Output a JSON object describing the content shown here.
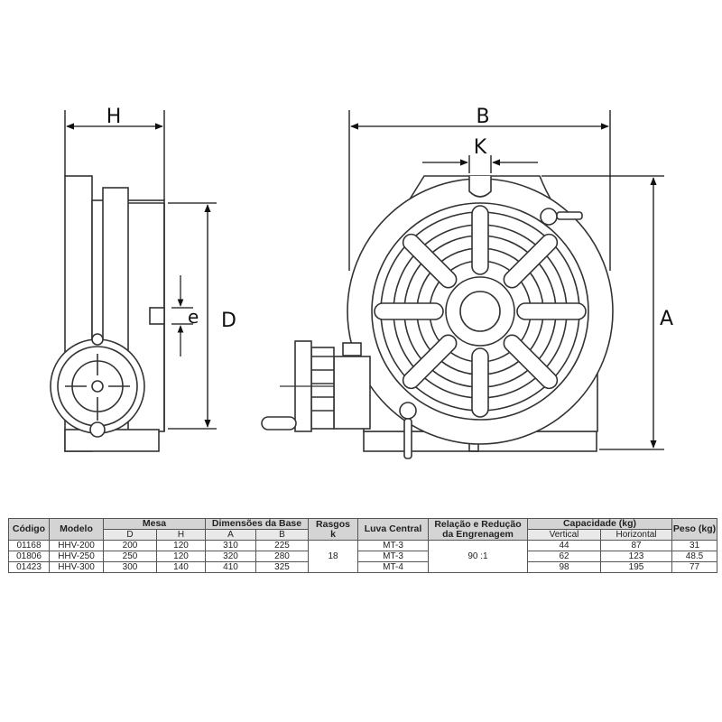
{
  "labels": {
    "H": "H",
    "B": "B",
    "K": "K",
    "A": "A",
    "D": "D",
    "e": "e"
  },
  "table": {
    "headers": {
      "codigo": "Código",
      "modelo": "Modelo",
      "mesa": "Mesa",
      "dimensoes": "Dimensões da Base",
      "rasgos_1": "Rasgos",
      "rasgos_2": "k",
      "luva": "Luva Central",
      "relacao_1": "Relação e Redução",
      "relacao_2": "da Engrenagem",
      "capacidade": "Capacidade (kg)",
      "peso": "Peso (kg)"
    },
    "subheaders": {
      "d": "D",
      "h": "H",
      "a": "A",
      "b": "B",
      "vertical": "Vertical",
      "horizontal": "Horizontal"
    },
    "rows": [
      {
        "codigo": "01168",
        "modelo": "HHV-200",
        "d": "200",
        "h": "120",
        "a": "310",
        "b": "225",
        "luva": "MT-3",
        "vertical": "44",
        "horizontal": "87",
        "peso": "31"
      },
      {
        "codigo": "01806",
        "modelo": "HHV-250",
        "d": "250",
        "h": "120",
        "a": "320",
        "b": "280",
        "luva": "MT-3",
        "vertical": "62",
        "horizontal": "123",
        "peso": "48.5"
      },
      {
        "codigo": "01423",
        "modelo": "HHV-300",
        "d": "300",
        "h": "140",
        "a": "410",
        "b": "325",
        "luva": "MT-4",
        "vertical": "98",
        "horizontal": "195",
        "peso": "77"
      }
    ],
    "merged": {
      "rasgos": "18",
      "relacao": "90 :1"
    }
  }
}
